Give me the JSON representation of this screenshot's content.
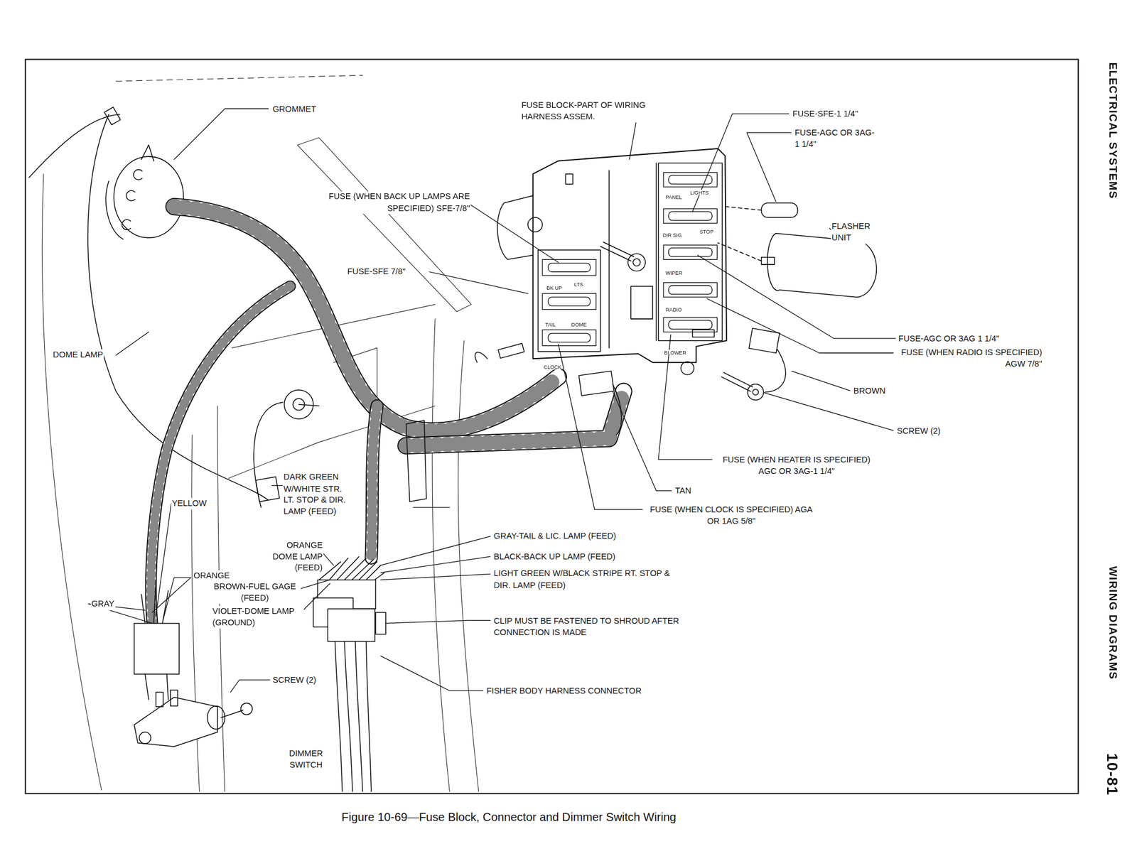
{
  "diagram": {
    "caption": "Figure 10-69—Fuse Block, Connector and Dimmer Switch Wiring",
    "labels": [
      "ELECTRICAL SYSTEMS",
      "WIRING DIAGRAMS",
      "10-81",
      "GROMMET",
      "FUSE BLOCK-PART OF WIRING HARNESS ASSEM.",
      "FUSE-SFE-1 1/4\"",
      "FUSE-AGC OR 3AG-1 1/4\"",
      "FLASHER UNIT",
      "FUSE (WHEN BACK UP LAMPS ARE SPECIFIED) SFE-7/8\"",
      "FUSE-SFE 7/8\"",
      "DOME LAMP",
      "FUSE-AGC OR 3AG 1 1/4\"",
      "FUSE (WHEN RADIO IS SPECIFIED) AGW 7/8\"",
      "BROWN",
      "SCREW (2)",
      "FUSE (WHEN HEATER IS SPECIFIED) AGC OR 3AG-1 1/4\"",
      "TAN",
      "FUSE (WHEN CLOCK IS SPECIFIED) AGA OR 1AG 5/8\"",
      "YELLOW",
      "DARK GREEN W/WHITE STR. LT. STOP & DIR. LAMP (FEED)",
      "GRAY-TAIL & LIC. LAMP (FEED)",
      "BLACK-BACK UP LAMP (FEED)",
      "LIGHT GREEN W/BLACK STRIPE RT. STOP & DIR. LAMP (FEED)",
      "ORANGE DOME LAMP (FEED)",
      "ORANGE",
      "BROWN-FUEL GAGE (FEED)",
      "GRAY",
      "VIOLET-DOME LAMP (GROUND)",
      "CLIP MUST BE FASTENED TO SHROUD AFTER CONNECTION IS MADE",
      "SCREW (2)",
      "FISHER BODY HARNESS CONNECTOR",
      "DIMMER SWITCH",
      "PANEL",
      "LIGHTS",
      "DIR SIG",
      "STOP",
      "BK UP",
      "LTS",
      "TAIL",
      "DOME",
      "WIPER",
      "RADIO",
      "BLOWER",
      "CLOCK"
    ]
  }
}
